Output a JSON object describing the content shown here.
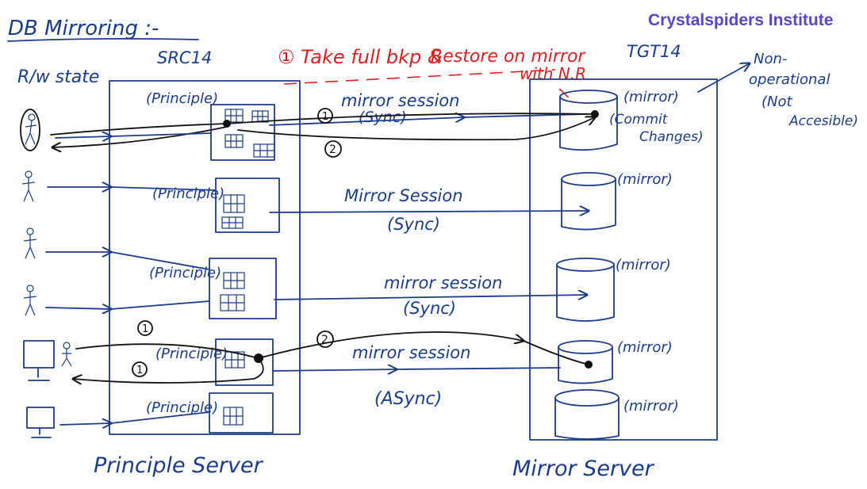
{
  "brand": "Crystalspiders Institute",
  "title": "DB Mirroring :-",
  "rw_state": "R/w state",
  "src_label": "SRC14",
  "tgt_label": "TGT14",
  "step1_line1": "① Take full bkp &",
  "step1_line2": "Restore on mirror",
  "step1_line3": "with N.R",
  "non_op_1": "Non-",
  "non_op_2": "operational",
  "non_op_3": "(Not",
  "non_op_4": "Accesible)",
  "principal_server": "Principle Server",
  "mirror_server": "Mirror Server",
  "principle_label": "(Principle)",
  "mirror_label": "(mirror)",
  "commit_1": "(Commit",
  "commit_2": "Changes)",
  "sessions": [
    {
      "title": "mirror session",
      "mode": "(Sync)"
    },
    {
      "title": "Mirror Session",
      "mode": "(Sync)"
    },
    {
      "title": "mirror session",
      "mode": "(Sync)"
    },
    {
      "title": "mirror session",
      "mode": "(ASync)"
    }
  ],
  "markers": {
    "one": "1",
    "two": "2"
  }
}
